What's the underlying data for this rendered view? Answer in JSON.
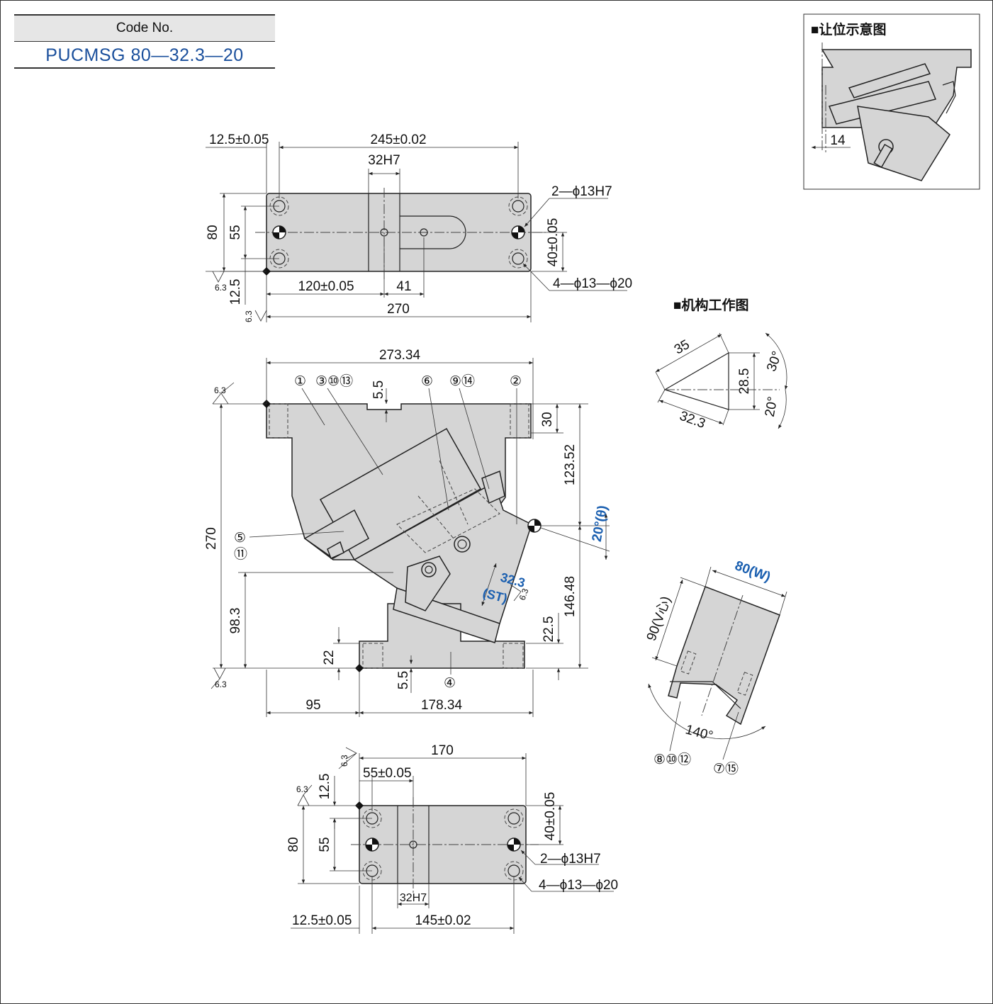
{
  "code_box": {
    "header": "Code No.",
    "code": "PUCMSG 80—32.3—20"
  },
  "clearance_view": {
    "title": "■让位示意图",
    "dim_14": "14"
  },
  "mechanism_view": {
    "title": "■机构工作图",
    "dim_35": "35",
    "dim_28_5": "28.5",
    "dim_32_3": "32.3",
    "angle_30": "30°",
    "angle_20": "20°"
  },
  "top_view": {
    "dim_12_5_tol": "12.5±0.05",
    "dim_245": "245±0.02",
    "dim_32h7": "32H7",
    "dim_80": "80",
    "dim_55": "55",
    "dim_12_5": "12.5",
    "dim_120": "120±0.05",
    "dim_41": "41",
    "dim_270": "270",
    "dim_40": "40±0.05",
    "note_2_holes": "2—ϕ13H7",
    "note_4_holes": "4—ϕ13—ϕ20",
    "roughness_a": "6.3",
    "roughness_b": "6.3"
  },
  "front_view": {
    "dim_273_34": "273.34",
    "dim_5_5_top": "5.5",
    "dim_30": "30",
    "dim_123_52": "123.52",
    "angle_theta": "20°(θ)",
    "dim_146_48": "146.48",
    "dim_22_5": "22.5",
    "dim_270": "270",
    "dim_98_3": "98.3",
    "dim_22": "22",
    "dim_5_5_bottom": "5.5",
    "dim_95": "95",
    "dim_178_34": "178.34",
    "stroke": "32.3",
    "stroke_label": "(ST)",
    "roughness_top": "6.3",
    "roughness_bottom": "6.3",
    "roughness_slope": "6.3",
    "parts": {
      "p1": "①",
      "p3": "③⑩⑬",
      "p6": "⑥",
      "p9": "⑨⑭",
      "p2": "②",
      "p5": "⑤",
      "p11": "⑪",
      "p4": "④"
    }
  },
  "side_view": {
    "dim_80w": "80(W)",
    "dim_90v": "90(V心)",
    "angle_140": "140°",
    "parts_left": "⑧⑩⑫",
    "parts_right": "⑦⑮"
  },
  "bottom_view": {
    "dim_170": "170",
    "dim_55_tol": "55±0.05",
    "dim_12_5": "12.5",
    "dim_80": "80",
    "dim_55": "55",
    "dim_40": "40±0.05",
    "note_2_holes": "2—ϕ13H7",
    "note_4_holes": "4—ϕ13—ϕ20",
    "dim_32h7": "32H7",
    "dim_12_5_tol": "12.5±0.05",
    "dim_145": "145±0.02",
    "roughness_a": "6.3",
    "roughness_b": "6.3"
  },
  "colors": {
    "accent_blue": "#1a5fb0",
    "part_fill": "#d5d5d5",
    "outline": "#222222"
  }
}
